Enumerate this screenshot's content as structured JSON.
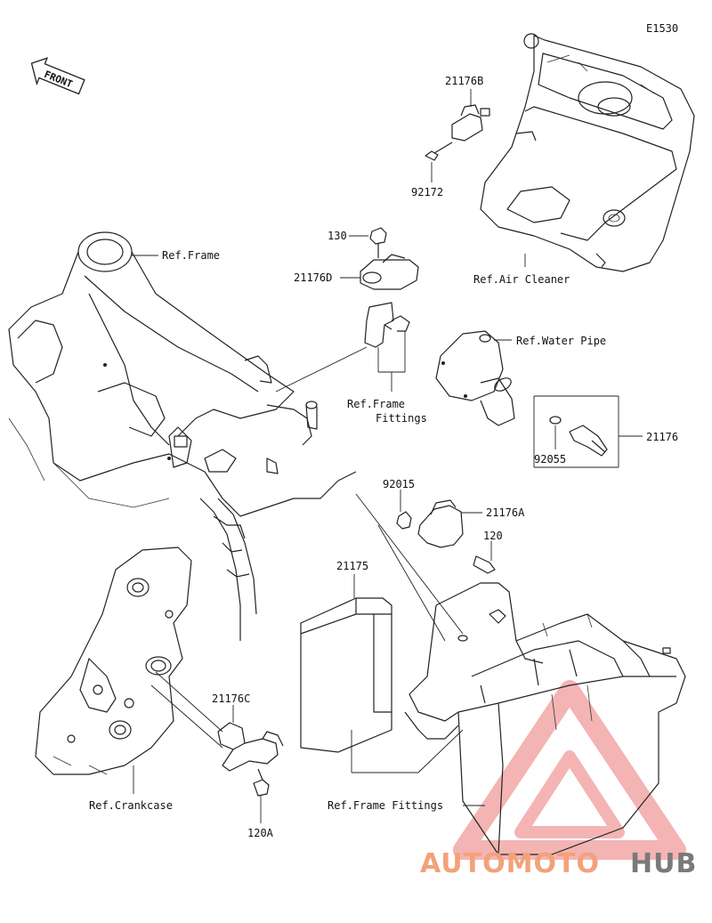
{
  "diagram_code": "E1530",
  "front_label": "FRONT",
  "labels": {
    "p21176B": "21176B",
    "p92172": "92172",
    "p130": "130",
    "p21176D": "21176D",
    "ref_frame": "Ref.Frame",
    "ref_air_cleaner": "Ref.Air Cleaner",
    "ref_water_pipe": "Ref.Water Pipe",
    "ref_frame_fittings_1": "Ref.Frame",
    "ref_frame_fittings_2": "Fittings",
    "p21176": "21176",
    "p92055": "92055",
    "p92015": "92015",
    "p21176A": "21176A",
    "p120": "120",
    "p21175": "21175",
    "p21176C": "21176C",
    "ref_crankcase": "Ref.Crankcase",
    "ref_frame_fittings_bottom": "Ref.Frame Fittings",
    "p120A": "120A"
  },
  "watermark": {
    "part1": "AUTOMOTO",
    "part2": "HUB",
    "color_main": "#f2a27a",
    "color_hub": "#7a7a7a",
    "triangle_color": "#e85a5a"
  }
}
